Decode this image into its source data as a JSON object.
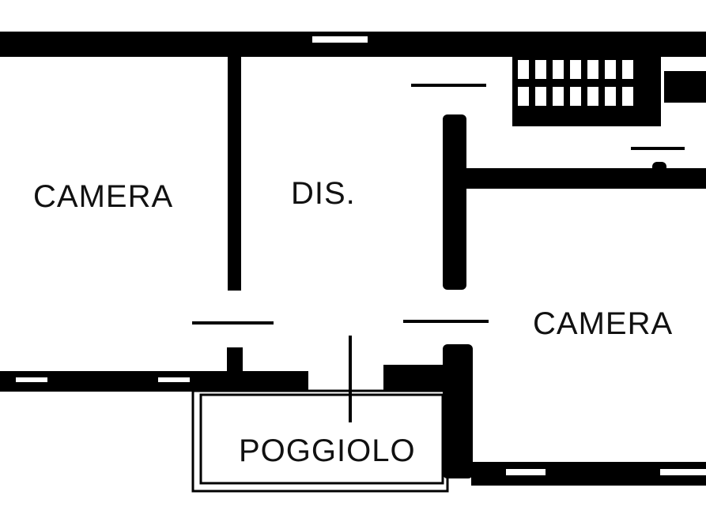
{
  "rooms": {
    "left": "CAMERA",
    "hall": "DIS.",
    "right": "CAMERA",
    "balcony": "POGGIOLO"
  },
  "colors": {
    "wall": "#000000",
    "background": "#ffffff"
  }
}
